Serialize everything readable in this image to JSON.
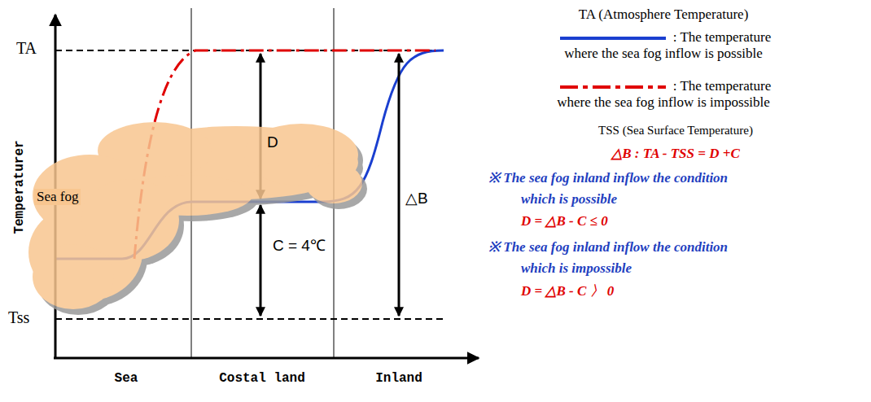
{
  "diagram": {
    "nodes": [
      {
        "text": [
          "Sea fog"
        ]
      }
    ],
    "labels": [
      "TA",
      "Temperaturer",
      "Tss",
      "D",
      "C = 4℃",
      "△B",
      "Sea",
      "Costal land",
      "Inland",
      "TA (Atmosphere Temperature)",
      "TSS (Sea Surface Temperature)",
      "△B : TA - TSS = D +C",
      "※ The sea fog inland inflow the condition which is possible",
      "D = △B - C ≤ 0",
      "※ The sea fog inland inflow the condition which is impossible",
      "D = △B - C 〉 0"
    ],
    "legend": [
      {
        "text": ": The temperature where the sea fog inflow is possible"
      },
      {
        "text": ": The temperature where the sea fog inflow is impossible"
      }
    ]
  }
}
